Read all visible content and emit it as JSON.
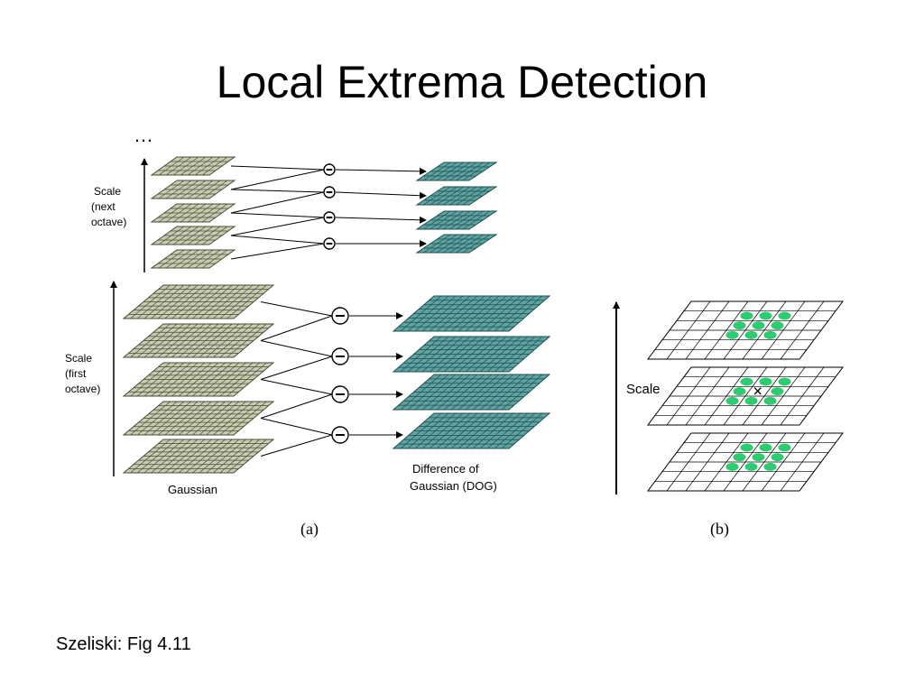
{
  "slide": {
    "title": "Local Extrema Detection",
    "caption": "Szeliski:  Fig 4.11"
  },
  "figure_a": {
    "ellipsis": "…",
    "scale_next_octave": [
      "Scale",
      "(next",
      "octave)"
    ],
    "scale_first_octave": [
      "Scale",
      "(first",
      "octave)"
    ],
    "gaussian_label": "Gaussian",
    "dog_label": [
      "Difference of",
      "Gaussian (DOG)"
    ],
    "panel_label": "(a)",
    "gaussian_color": "#c9cdb0",
    "dog_color": "#5fa3a3"
  },
  "figure_b": {
    "scale_label": "Scale",
    "panel_label": "(b)",
    "neighbor_color": "#2ecc71",
    "center_marker": "×"
  }
}
